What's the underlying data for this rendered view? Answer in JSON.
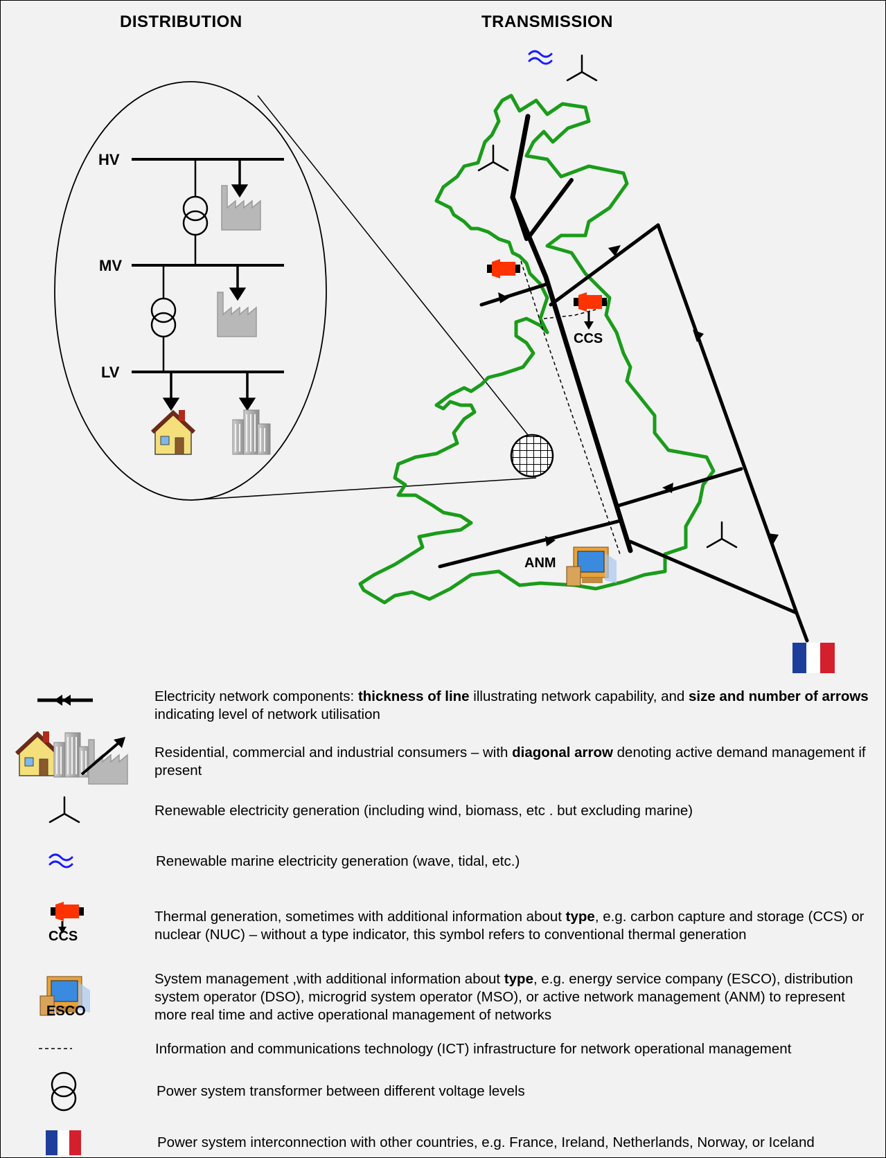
{
  "titles": {
    "distribution": "DISTRIBUTION",
    "transmission": "TRANSMISSION"
  },
  "voltage_levels": {
    "hv": "HV",
    "mv": "MV",
    "lv": "LV"
  },
  "map_labels": {
    "ccs": "CCS",
    "anm": "ANM"
  },
  "colors": {
    "coastline": "#1a9c1a",
    "marine": "#1a1aff",
    "thermal": "#ff3300",
    "flag_blue": "#1e3e9c",
    "flag_red": "#d4202c"
  },
  "legend": {
    "network": {
      "t1": "Electricity network components: ",
      "b1": "thickness of line",
      "t2": " illustrating network capability, and ",
      "b2": "size and number of arrows",
      "t3": " indicating level of network utilisation"
    },
    "consumers": {
      "t1": "Residential, commercial and industrial consumers – with ",
      "b1": "diagonal arrow",
      "t2": " denoting active demand management  if present"
    },
    "renewable": "Renewable electricity generation (including wind, biomass,  etc . but excluding marine)",
    "marine": "Renewable marine electricity generation (wave, tidal, etc.)",
    "thermal": {
      "t1": "Thermal generation, sometimes with additional information about ",
      "b1": "type",
      "t2": ", e.g. carbon capture and storage (CCS) or nuclear (NUC) – without a type indicator, this symbol refers to conventional thermal generation",
      "symbol_label": "CCS"
    },
    "system_management": {
      "t1": "System management ,with additional information about ",
      "b1": "type",
      "t2": ", e.g. energy service company (ESCO), distribution system operator (DSO),  microgrid system  operator (MSO),  or active network management (ANM) to represent more real time and active operational management of networks",
      "symbol_label": "ESCO"
    },
    "ict": "Information and communications technology (ICT) infrastructure for network operational management",
    "transformer": "Power system transformer between different voltage levels",
    "interconnection": "Power system interconnection with other countries, e.g. France, Ireland, Netherlands, Norway, or Iceland"
  }
}
